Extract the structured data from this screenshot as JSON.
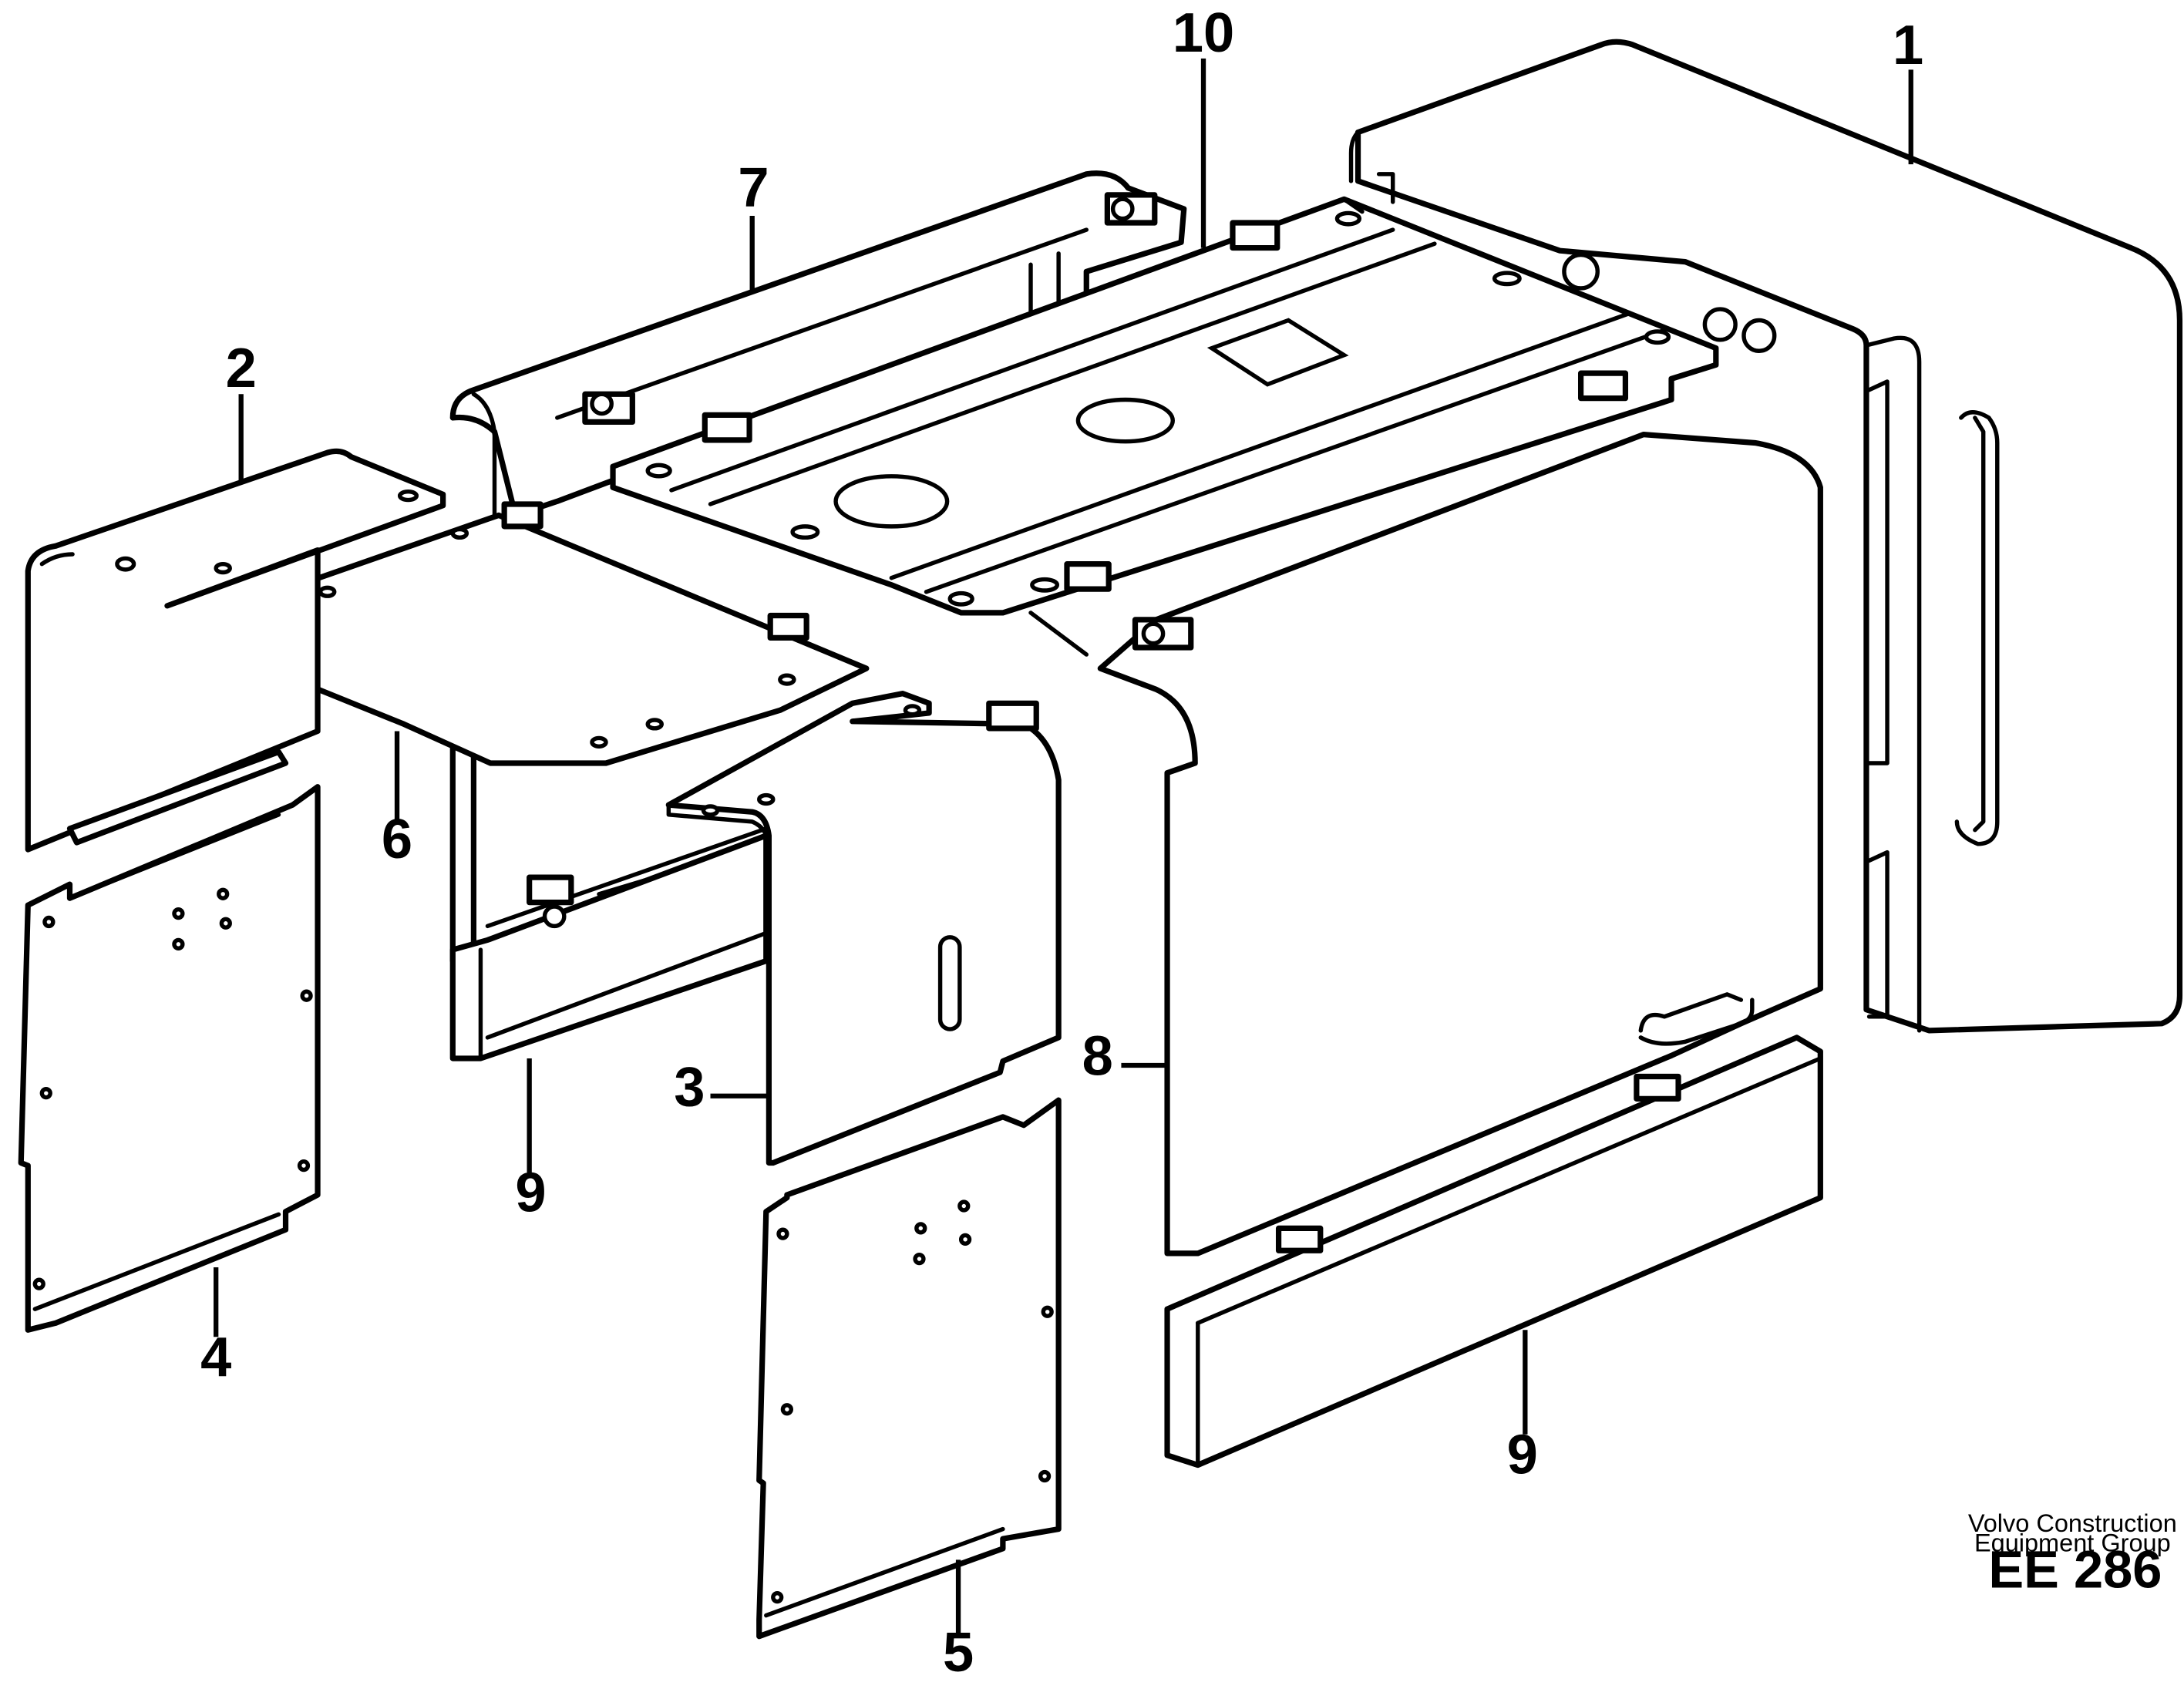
{
  "callouts": {
    "c1": "1",
    "c2": "2",
    "c3": "3",
    "c4": "4",
    "c5": "5",
    "c6": "6",
    "c7": "7",
    "c8": "8",
    "c9a": "9",
    "c9b": "9",
    "c10": "10"
  },
  "footer": {
    "line1": "Volvo Construction",
    "line2": "Equipment Group",
    "code": "EE 286"
  },
  "colors": {
    "line": "#000000",
    "background": "#ffffff"
  }
}
